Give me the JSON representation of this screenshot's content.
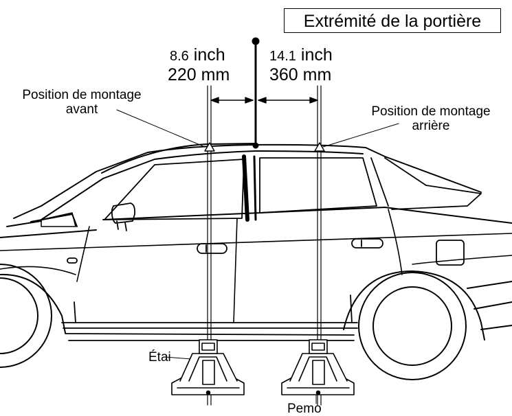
{
  "title_box": "Extrémité de la portière",
  "front_dimension": {
    "imperial_value": "8.6",
    "imperial_unit": "inch",
    "metric_value": "220",
    "metric_unit": "mm"
  },
  "rear_dimension": {
    "imperial_value": "14.1",
    "imperial_unit": "inch",
    "metric_value": "360",
    "metric_unit": "mm"
  },
  "front_mount_label": {
    "line1": "Position de montage",
    "line2": "avant"
  },
  "rear_mount_label": {
    "line1": "Position de montage",
    "line2": "arrière"
  },
  "stand_label": "Étai",
  "lower_label": "Pemo",
  "colors": {
    "ink": "#000000",
    "background": "#ffffff"
  }
}
